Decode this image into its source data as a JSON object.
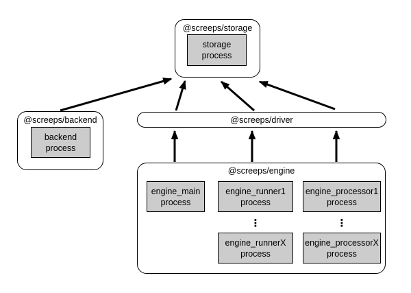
{
  "colors": {
    "background": "#ffffff",
    "outer_box_fill": "#ffffff",
    "outer_box_border": "#000000",
    "process_box_fill": "#cccccc",
    "process_box_border": "#000000",
    "arrow": "#000000",
    "text": "#000000"
  },
  "nodes": {
    "storage": {
      "title": "@screeps/storage",
      "process_label": "storage\nprocess"
    },
    "backend": {
      "title": "@screeps/backend",
      "process_label": "backend\nprocess"
    },
    "driver": {
      "title": "@screeps/driver"
    },
    "engine": {
      "title": "@screeps/engine",
      "processes": {
        "main": "engine_main\nprocess",
        "runner1": "engine_runner1\nprocess",
        "runnerX": "engine_runnerX\nprocess",
        "processor1": "engine_processor1\nprocess",
        "processorX": "engine_processorX\nprocess"
      },
      "ellipsis": "⋮"
    }
  },
  "edges": [
    {
      "from": "backend",
      "to": "storage"
    },
    {
      "from": "driver",
      "to": "storage"
    },
    {
      "from": "driver",
      "to": "storage"
    },
    {
      "from": "driver",
      "to": "storage"
    },
    {
      "from": "engine",
      "to": "driver"
    },
    {
      "from": "engine",
      "to": "driver"
    },
    {
      "from": "engine",
      "to": "driver"
    }
  ]
}
